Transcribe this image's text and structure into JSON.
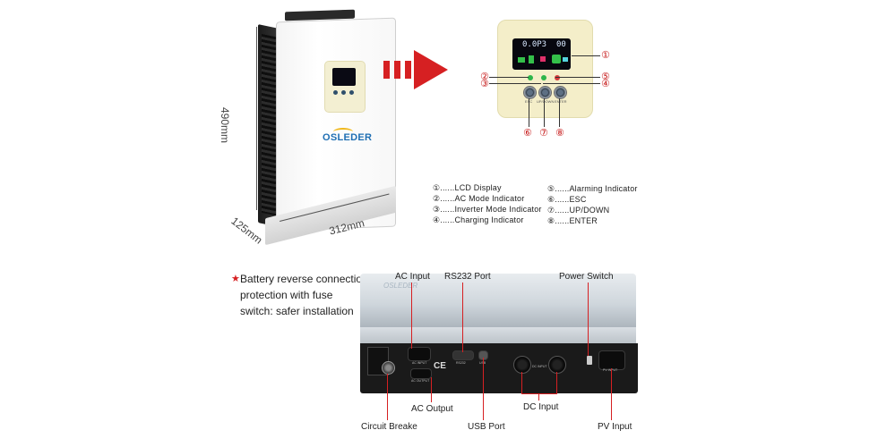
{
  "dimensions": {
    "height": "490mm",
    "depth": "125mm",
    "width": "312mm"
  },
  "brand": "OSLEDER",
  "panel_numbers": [
    "①",
    "②",
    "③",
    "④",
    "⑤",
    "⑥",
    "⑦",
    "⑧"
  ],
  "panel_buttons": [
    "ESC",
    "UP/DOWN",
    "ENTER"
  ],
  "screen_text": {
    "left": "0.0P3",
    "right": "00"
  },
  "legend": [
    {
      "num": "①",
      "text": "......LCD Display"
    },
    {
      "num": "②",
      "text": "......AC Mode Indicator"
    },
    {
      "num": "③",
      "text": "......Inverter Mode Indicator"
    },
    {
      "num": "④",
      "text": "......Charging Indicator"
    },
    {
      "num": "⑤",
      "text": "......Alarming Indicator"
    },
    {
      "num": "⑥",
      "text": "......ESC"
    },
    {
      "num": "⑦",
      "text": "......UP/DOWN"
    },
    {
      "num": "⑧",
      "text": "......ENTER"
    }
  ],
  "note": {
    "star": "★",
    "lines": [
      "Battery reverse connection",
      "protection with fuse",
      "switch: safer installation"
    ]
  },
  "callouts": {
    "ac_input": "AC Input",
    "rs232_port": "RS232 Port",
    "power_switch": "Power Switch",
    "circuit_breaker": "Circuit Breake",
    "ac_output": "AC Output",
    "usb_port": "USB Port",
    "dc_input": "DC Input",
    "pv_input": "PV Input"
  },
  "rear_labels": {
    "ac_input": "AC INPUT",
    "ac_output": "AC OUTPUT",
    "rs232": "RS232",
    "usb": "USB",
    "dc_input": "DC INPUT",
    "pv_input": "PV INPUT",
    "ce": "CE"
  },
  "colors": {
    "accent_red": "#d62022",
    "brand_blue": "#1f6fb3",
    "panel_cream": "#f4eec9",
    "rear_black": "#1a1a1a"
  }
}
